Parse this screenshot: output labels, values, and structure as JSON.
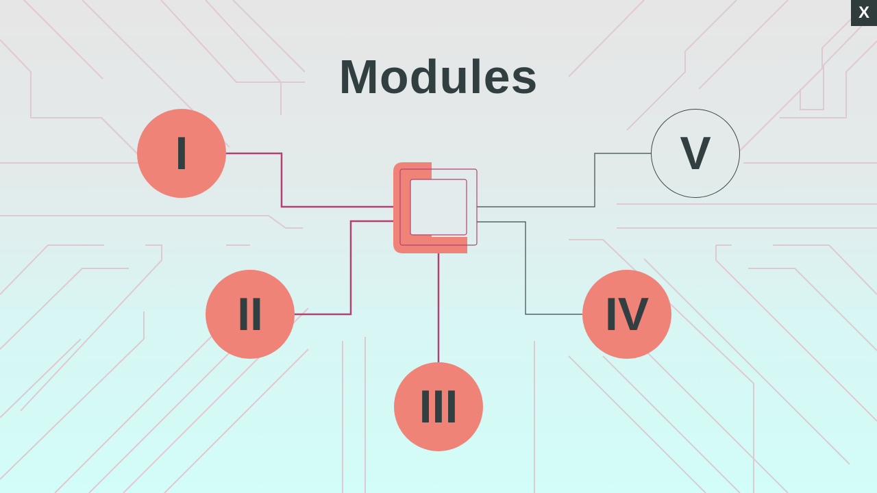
{
  "title": "Modules",
  "close_label": "X",
  "colors": {
    "accent": "#f08378",
    "accent_connector": "#b04273",
    "text_dark": "#323f41",
    "outline_line": "#3a4848",
    "background_trace": "#dfc9d0",
    "close_bg": "#2f3b3c"
  },
  "modules": [
    {
      "id": "I",
      "label": "I",
      "style": "filled"
    },
    {
      "id": "II",
      "label": "II",
      "style": "filled"
    },
    {
      "id": "III",
      "label": "III",
      "style": "filled"
    },
    {
      "id": "IV",
      "label": "IV",
      "style": "filled"
    },
    {
      "id": "V",
      "label": "V",
      "style": "outline"
    }
  ],
  "hub": {
    "icon": "chip-icon"
  }
}
